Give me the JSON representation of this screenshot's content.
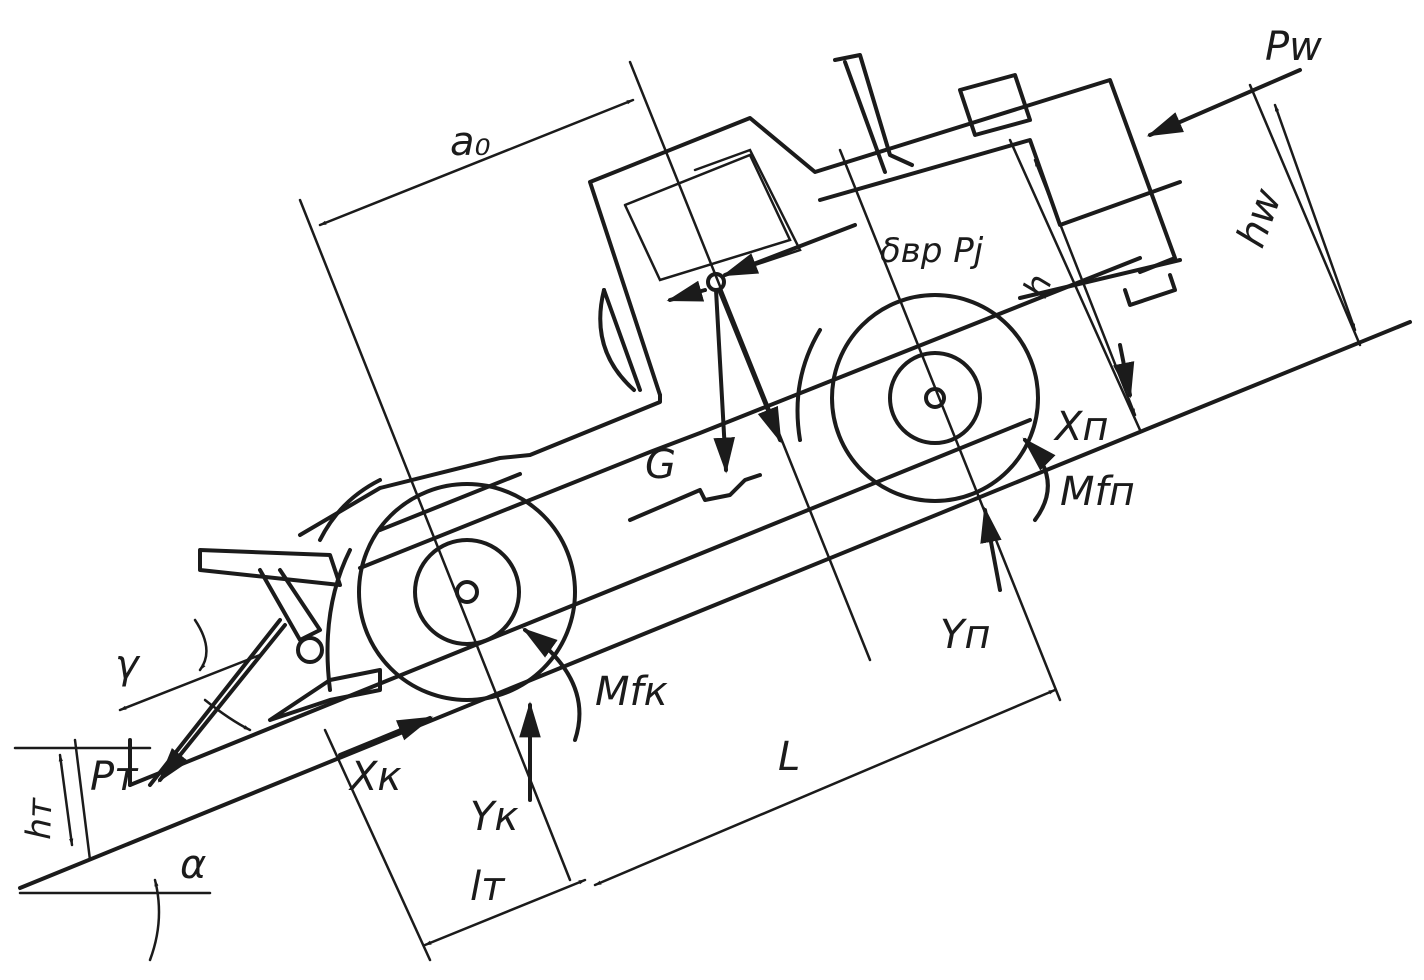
{
  "labels": {
    "a0": "a₀",
    "pw": "Pw",
    "hw": "hw",
    "h": "h",
    "delta_pj": "δвр Pj",
    "g": "G",
    "xn": "Xп",
    "mfn": "Mfп",
    "yn": "Yп",
    "gamma": "γ",
    "mfk": "Mfк",
    "l": "L",
    "hr": "hт",
    "pr": "Pт",
    "alpha": "α",
    "xk": "Xк",
    "yk": "Yк",
    "lt": "lт"
  },
  "colors": {
    "ink": "#1b1b1b",
    "paper": "#ffffff"
  }
}
